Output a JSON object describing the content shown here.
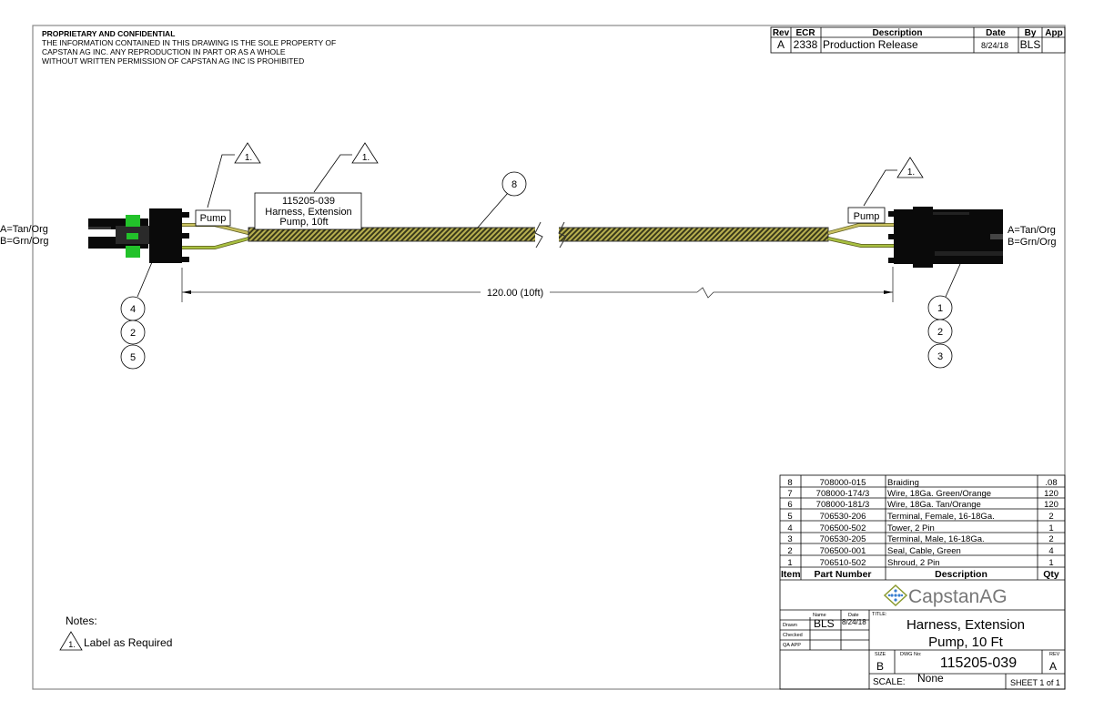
{
  "notice": {
    "title": "PROPRIETARY AND CONFIDENTIAL",
    "lines": [
      "THE INFORMATION CONTAINED IN THIS DRAWING IS THE SOLE PROPERTY OF",
      "CAPSTAN AG INC. ANY REPRODUCTION IN PART OR AS A WHOLE",
      "WITHOUT WRITTEN PERMISSION OF CAPSTAN AG INC IS PROHIBITED"
    ]
  },
  "revision_table": {
    "headers": [
      "Rev",
      "ECR",
      "Description",
      "Date",
      "By",
      "App"
    ],
    "rows": [
      [
        "A",
        "2338",
        "Production Release",
        "8/24/18",
        "BLS",
        ""
      ]
    ]
  },
  "drawing": {
    "pin_legend_left": [
      "A=Tan/Org",
      "B=Grn/Org"
    ],
    "pin_legend_right": [
      "A=Tan/Org",
      "B=Grn/Org"
    ],
    "label_left": "Pump",
    "label_right": "Pump",
    "harness_label": [
      "115205-039",
      "Harness, Extension",
      "Pump, 10ft"
    ],
    "note_flag": "1.",
    "balloon_cable": "8",
    "balloons_left": [
      "4",
      "2",
      "5"
    ],
    "balloons_right": [
      "1",
      "2",
      "3"
    ],
    "dimension": "120.00 (10ft)",
    "colors": {
      "connector": "#0a0a0a",
      "seal": "#22c22a",
      "wire_tan": "#c8c060",
      "wire_green": "#a8c040",
      "braid": "#5a5a2a"
    }
  },
  "notes": {
    "heading": "Notes:",
    "items": [
      {
        "flag": "1.",
        "text": "Label as Required"
      }
    ]
  },
  "bom": {
    "headers": [
      "Item",
      "Part Number",
      "Description",
      "Qty"
    ],
    "rows": [
      [
        "8",
        "708000-015",
        "Braiding",
        ".08"
      ],
      [
        "7",
        "708000-174/3",
        "Wire, 18Ga. Green/Orange",
        "120"
      ],
      [
        "6",
        "708000-181/3",
        "Wire, 18Ga. Tan/Orange",
        "120"
      ],
      [
        "5",
        "706530-206",
        "Terminal, Female, 16-18Ga.",
        "2"
      ],
      [
        "4",
        "706500-502",
        "Tower, 2 Pin",
        "1"
      ],
      [
        "3",
        "706530-205",
        "Terminal, Male, 16-18Ga.",
        "2"
      ],
      [
        "2",
        "706500-001",
        "Seal, Cable, Green",
        "4"
      ],
      [
        "1",
        "706510-502",
        "Shroud, 2 Pin",
        "1"
      ]
    ]
  },
  "title_block": {
    "logo": "CapstanAG",
    "name_label": "Name",
    "date_label": "Date",
    "drawn_label": "Drawn",
    "checked_label": "Checked",
    "qa_label": "QA APP",
    "drawn_name": "BLS",
    "drawn_date": "8/24/18",
    "title_label": "TITLE:",
    "title_lines": [
      "Harness, Extension",
      "Pump, 10 Ft"
    ],
    "size_label": "SIZE",
    "size": "B",
    "dwg_label": "DWG No:",
    "dwg_no": "115205-039",
    "rev_label": "REV",
    "rev": "A",
    "scale_label": "SCALE:",
    "scale": "None",
    "sheet": "SHEET 1 of 1"
  }
}
